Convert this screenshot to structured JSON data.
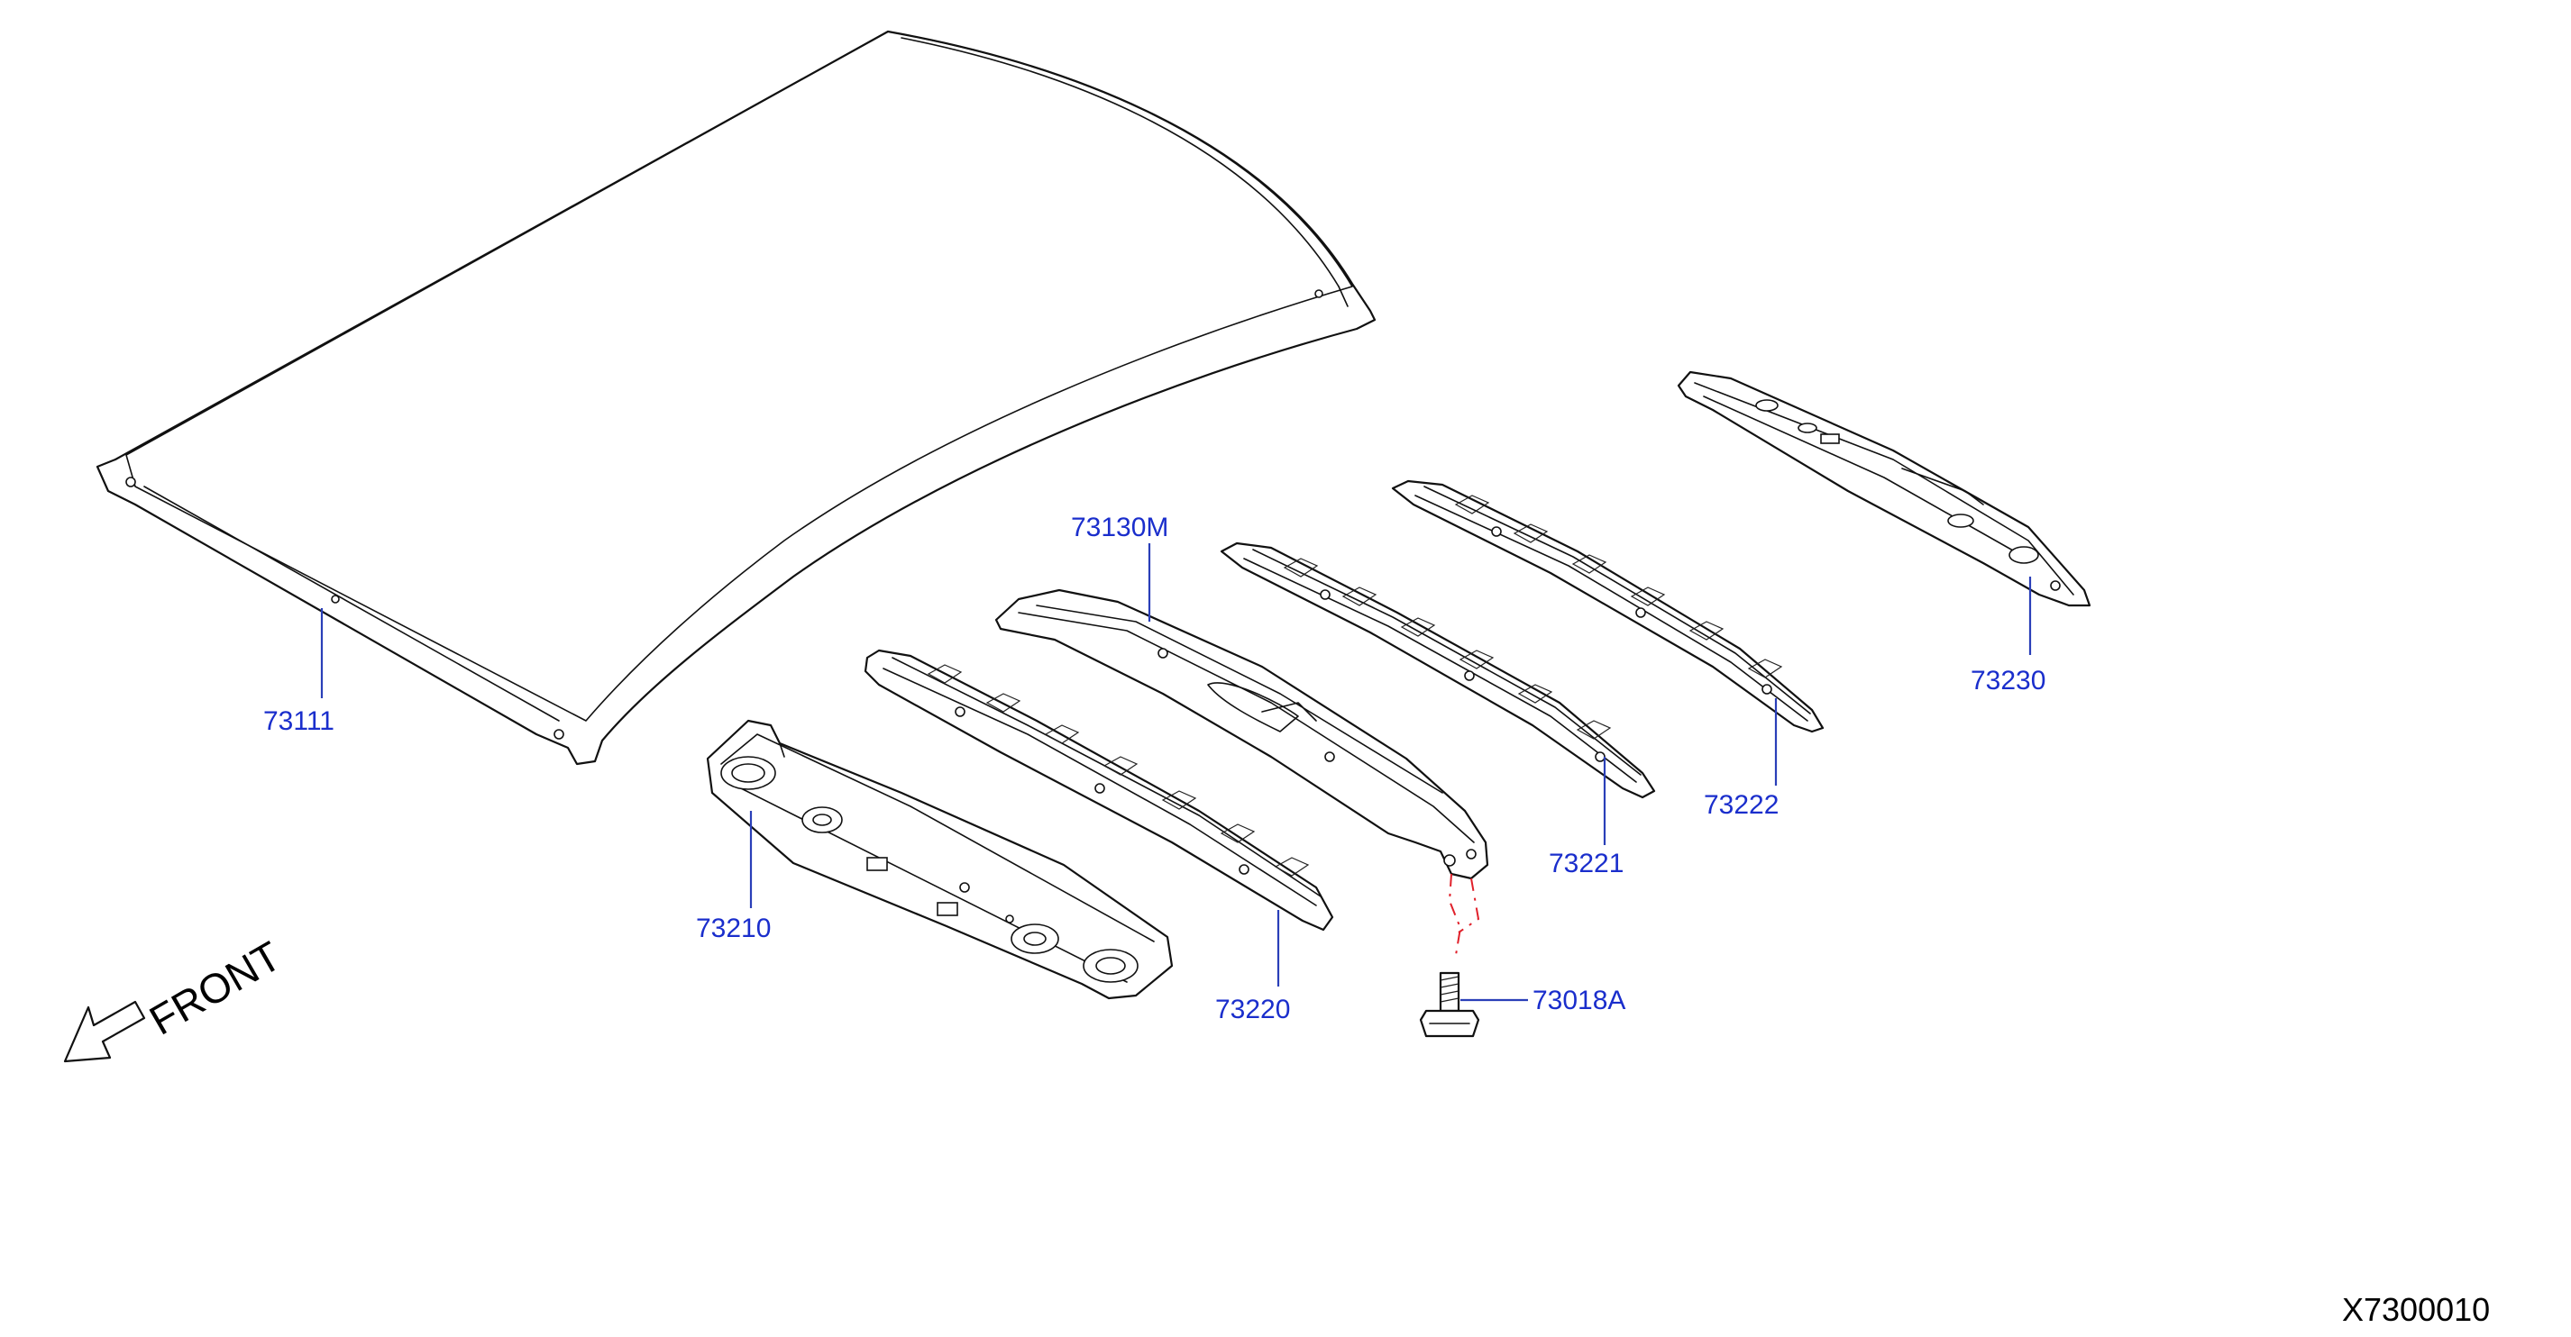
{
  "diagram": {
    "front_label": "FRONT",
    "reference_code": "X7300010",
    "colors": {
      "callout_text": "#1a2ecc",
      "leader_line": "#2a3fb8",
      "fastener_dashline": "#e0202a",
      "outline": "#111111"
    },
    "icons": [
      "front-arrow-icon"
    ],
    "parts": [
      {
        "id": "roof-panel",
        "number": "73111"
      },
      {
        "id": "front-roof-rail",
        "number": "73210"
      },
      {
        "id": "roof-bow-1",
        "number": "73220"
      },
      {
        "id": "roof-bow-center",
        "number": "73130M"
      },
      {
        "id": "roof-bow-2",
        "number": "73221"
      },
      {
        "id": "roof-bow-3",
        "number": "73222"
      },
      {
        "id": "rear-roof-rail",
        "number": "73230"
      },
      {
        "id": "bolt",
        "number": "73018A"
      }
    ]
  }
}
